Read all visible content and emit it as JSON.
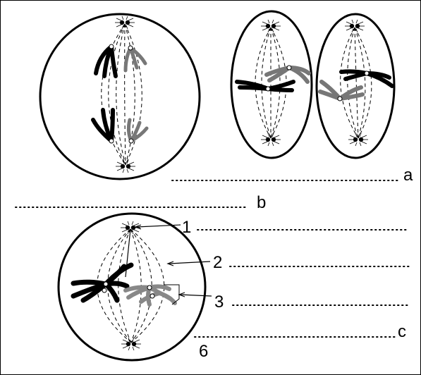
{
  "labels": {
    "a": "a",
    "b": "b",
    "c": "c",
    "one": "1",
    "two": "2",
    "three": "3",
    "six": "6"
  }
}
